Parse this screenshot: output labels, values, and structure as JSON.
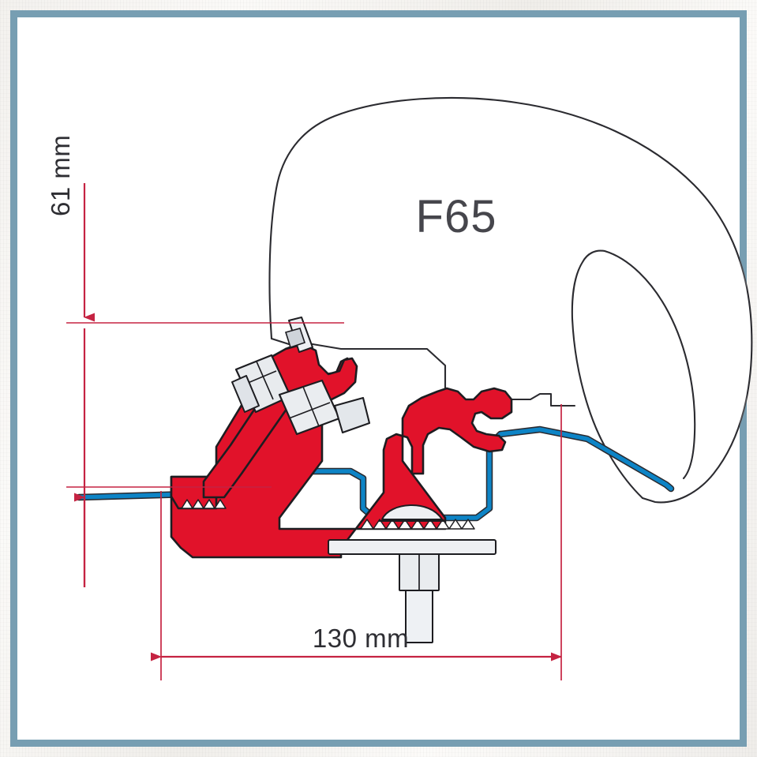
{
  "document": {
    "kind": "technical-cross-section-drawing",
    "subject": "F65 awning roof-adapter bracket cross section"
  },
  "frame": {
    "border_color": "#5d8ca4",
    "mat_color": "#f3f1ee",
    "page_color": "#ffffff"
  },
  "labels": {
    "product": "F65",
    "height_dimension": "61 mm",
    "width_dimension": "130 mm"
  },
  "colors": {
    "bracket_red": "#e1122a",
    "roof_blue": "#0d84c6",
    "dimension_red": "#c52342",
    "outline_black": "#2b2b30",
    "hardware_grey": "#dfe2e6",
    "text_grey": "#46464c"
  },
  "chart_data": {
    "type": "table",
    "title": "F65 adapter bracket dimensions",
    "categories": [
      "height",
      "width"
    ],
    "values": [
      61,
      130
    ],
    "units": "mm",
    "annotations": [
      "61 mm",
      "130 mm",
      "F65"
    ]
  },
  "parts": {
    "awning_case": "F65 awning case outline",
    "bracket": "red roof adapter bracket profile",
    "roof_line": "blue vehicle roof profile line",
    "fasteners": "bolts, nuts and washers",
    "dimension_height": "61 mm vertical dimension",
    "dimension_width": "130 mm horizontal dimension"
  }
}
